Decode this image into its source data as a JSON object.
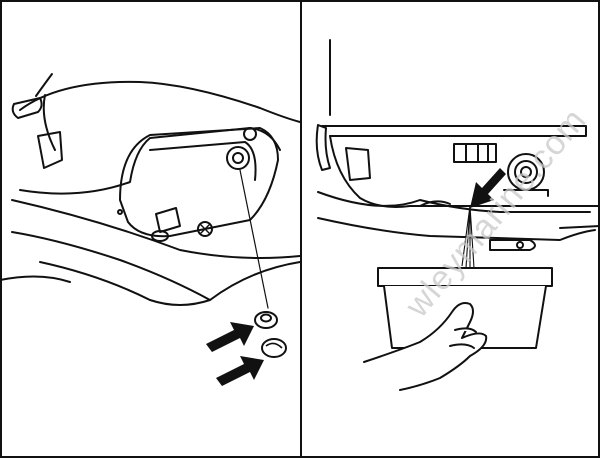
{
  "diagram": {
    "panels": [
      {
        "id": "left",
        "subject": "drain-plug-removal"
      },
      {
        "id": "right",
        "subject": "oil-draining-into-container"
      }
    ],
    "colors": {
      "line": "#111111",
      "background": "#ffffff",
      "watermark": "#c9c9c9"
    }
  },
  "watermark": {
    "text": "wleymarine.com"
  }
}
